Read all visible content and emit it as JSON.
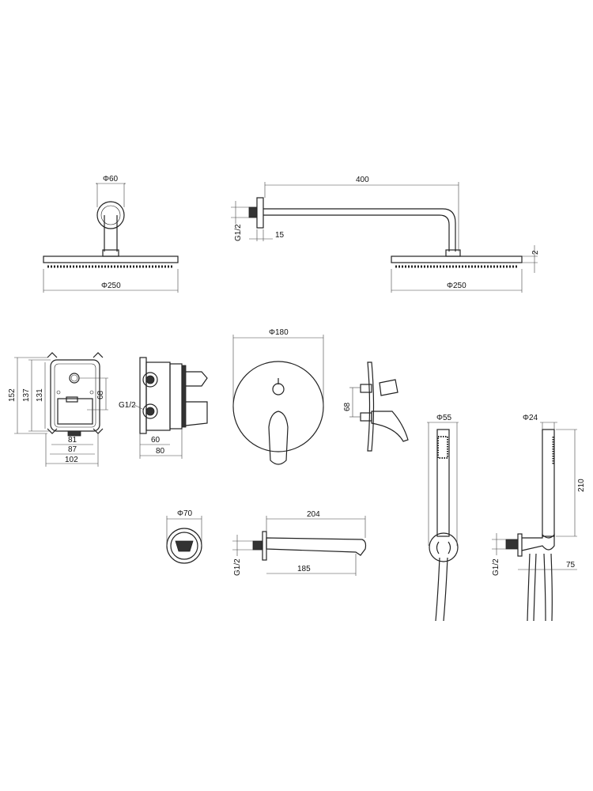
{
  "shower_head_front": {
    "flange_diameter": "Φ60",
    "head_diameter": "Φ250"
  },
  "shower_arm_side": {
    "arm_length": "400",
    "thread": "G1/2",
    "flange_depth": "15",
    "head_thickness": "2",
    "head_diameter": "Φ250"
  },
  "valve_box_front": {
    "height_outer": "152",
    "height_mid": "137",
    "height_inner": "131",
    "port_spacing": "68",
    "width_inner": "81",
    "width_mid": "87",
    "width_outer": "102"
  },
  "valve_box_side": {
    "thread": "G1/2",
    "depth_body": "60",
    "depth_total": "80"
  },
  "mixer_front": {
    "plate_diameter": "Φ180"
  },
  "mixer_side": {
    "spacing": "68"
  },
  "hand_shower_front": {
    "diameter": "Φ55"
  },
  "hand_shower_side": {
    "diameter": "Φ24",
    "length": "210",
    "thread": "G1/2",
    "projection": "75"
  },
  "drain": {
    "diameter": "Φ70"
  },
  "spout": {
    "length_total": "204",
    "thread": "G1/2",
    "length_spout": "185"
  }
}
